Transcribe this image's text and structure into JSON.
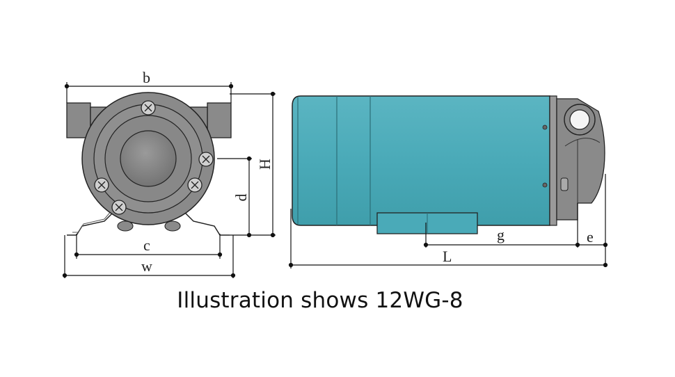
{
  "figure": {
    "caption": "Illustration shows 12WG-8",
    "labels": {
      "b": "b",
      "H": "H",
      "d": "d",
      "c": "c",
      "w": "w",
      "g": "g",
      "e": "e",
      "L": "L"
    },
    "colors": {
      "motor_body": "#4aaab8",
      "pump_housing": "#8c8c8c",
      "line": "#111111"
    }
  }
}
